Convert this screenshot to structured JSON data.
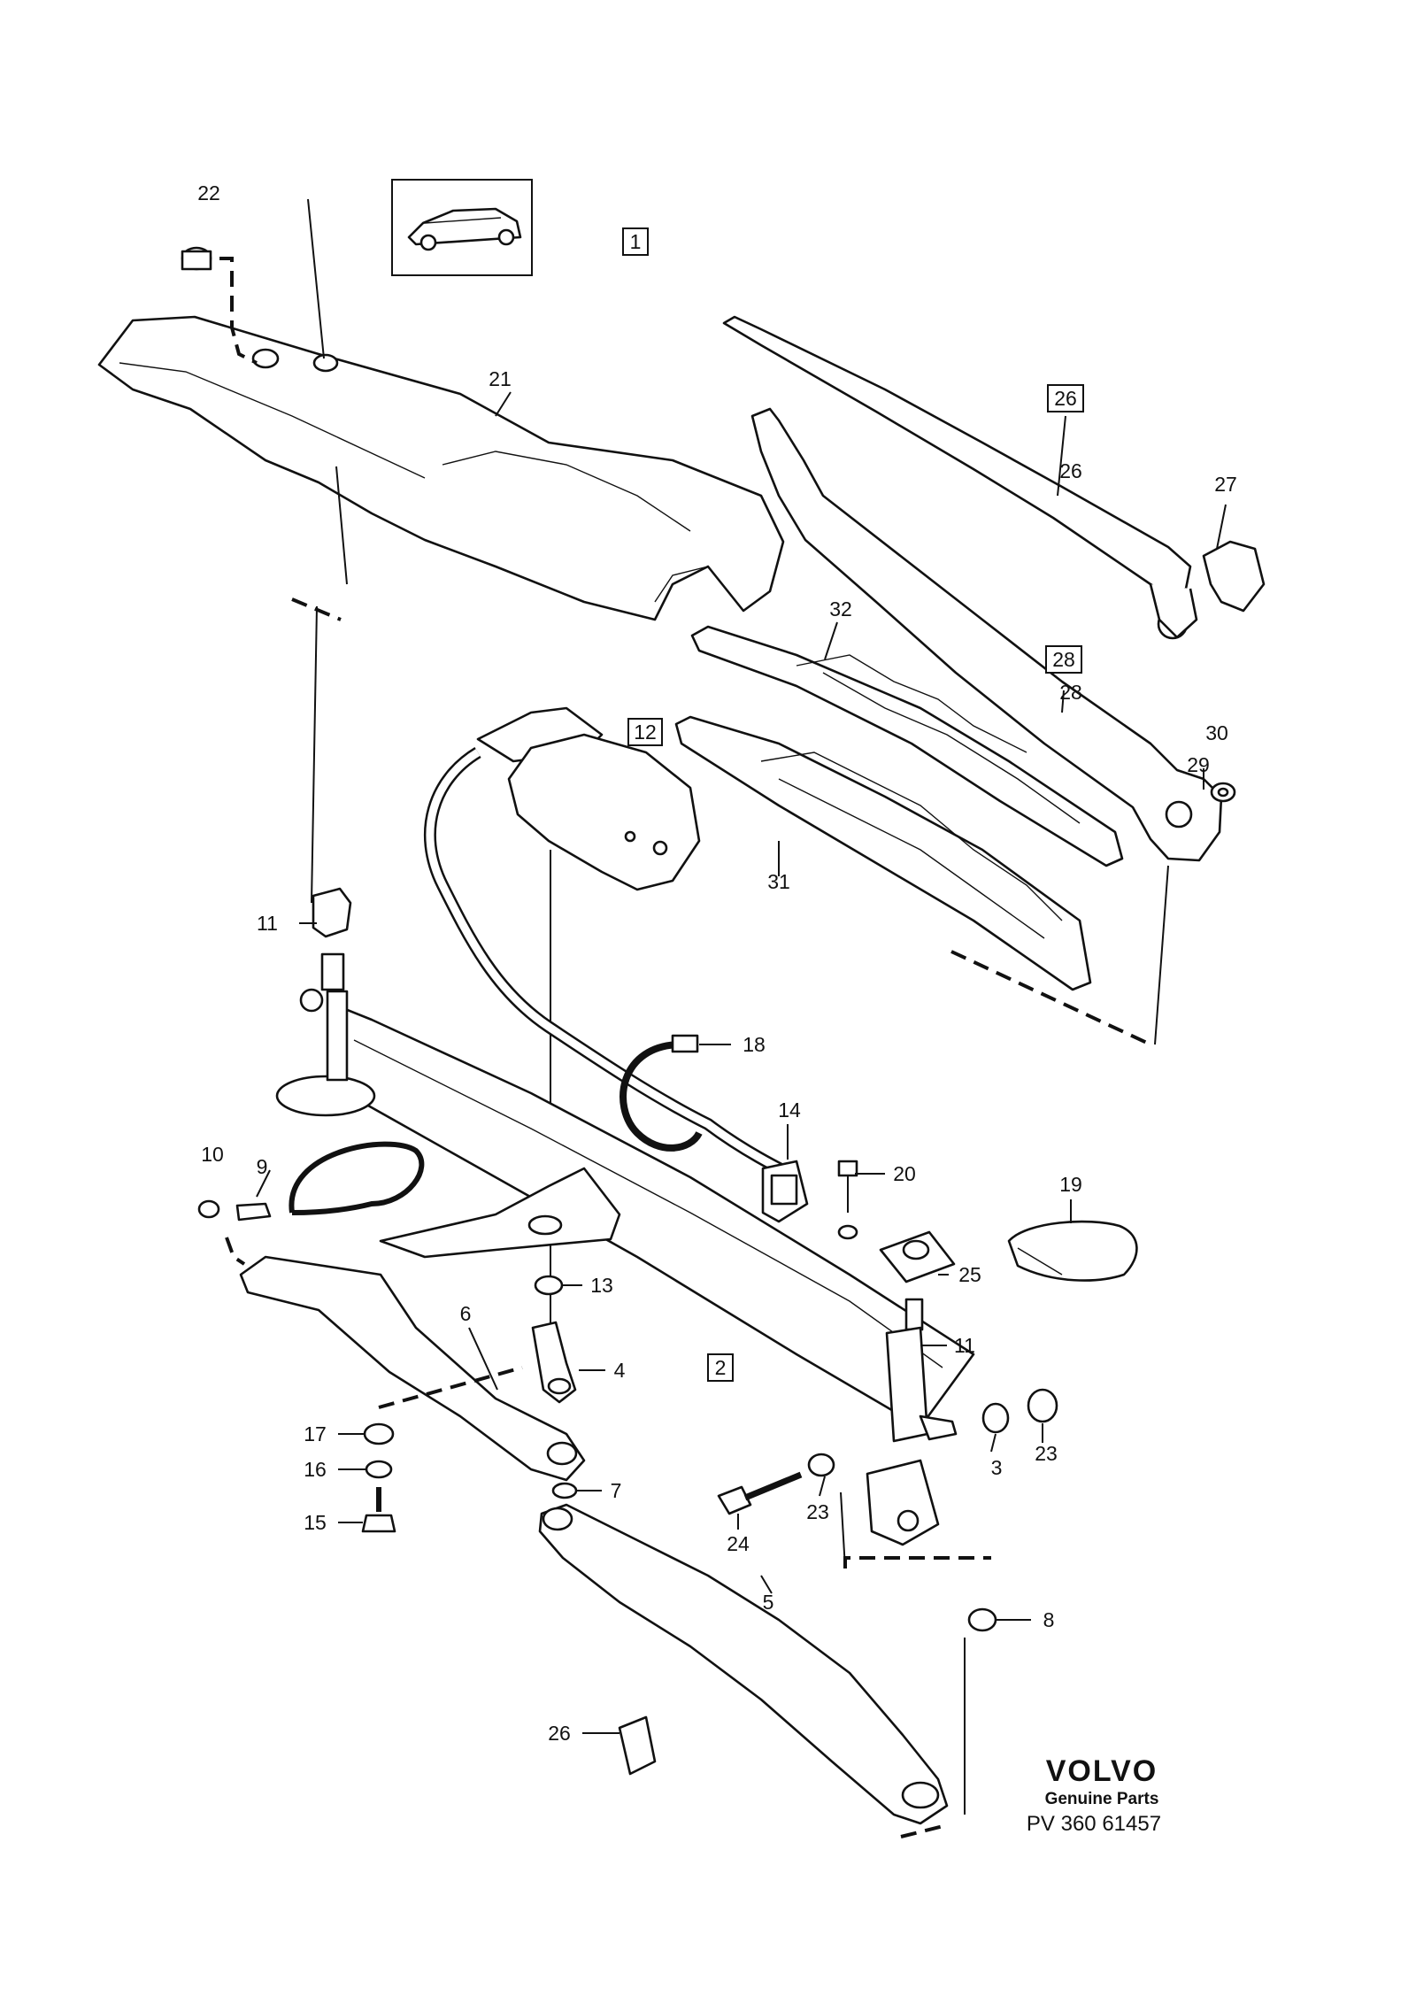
{
  "diagram": {
    "type": "exploded parts diagram",
    "callouts": [
      "22",
      "21",
      "26",
      "27",
      "32",
      "28",
      "30",
      "29",
      "12",
      "31",
      "11",
      "18",
      "14",
      "20",
      "19",
      "10",
      "9",
      "13",
      "25",
      "11",
      "6",
      "4",
      "2",
      "17",
      "16",
      "7",
      "15",
      "3",
      "23",
      "23",
      "24",
      "5",
      "8",
      "26"
    ],
    "boxed_callouts": [
      "1",
      "26",
      "28",
      "12",
      "2"
    ]
  },
  "footer": {
    "brand": "VOLVO",
    "tagline": "Genuine Parts",
    "part_number": "PV 360 61457"
  }
}
